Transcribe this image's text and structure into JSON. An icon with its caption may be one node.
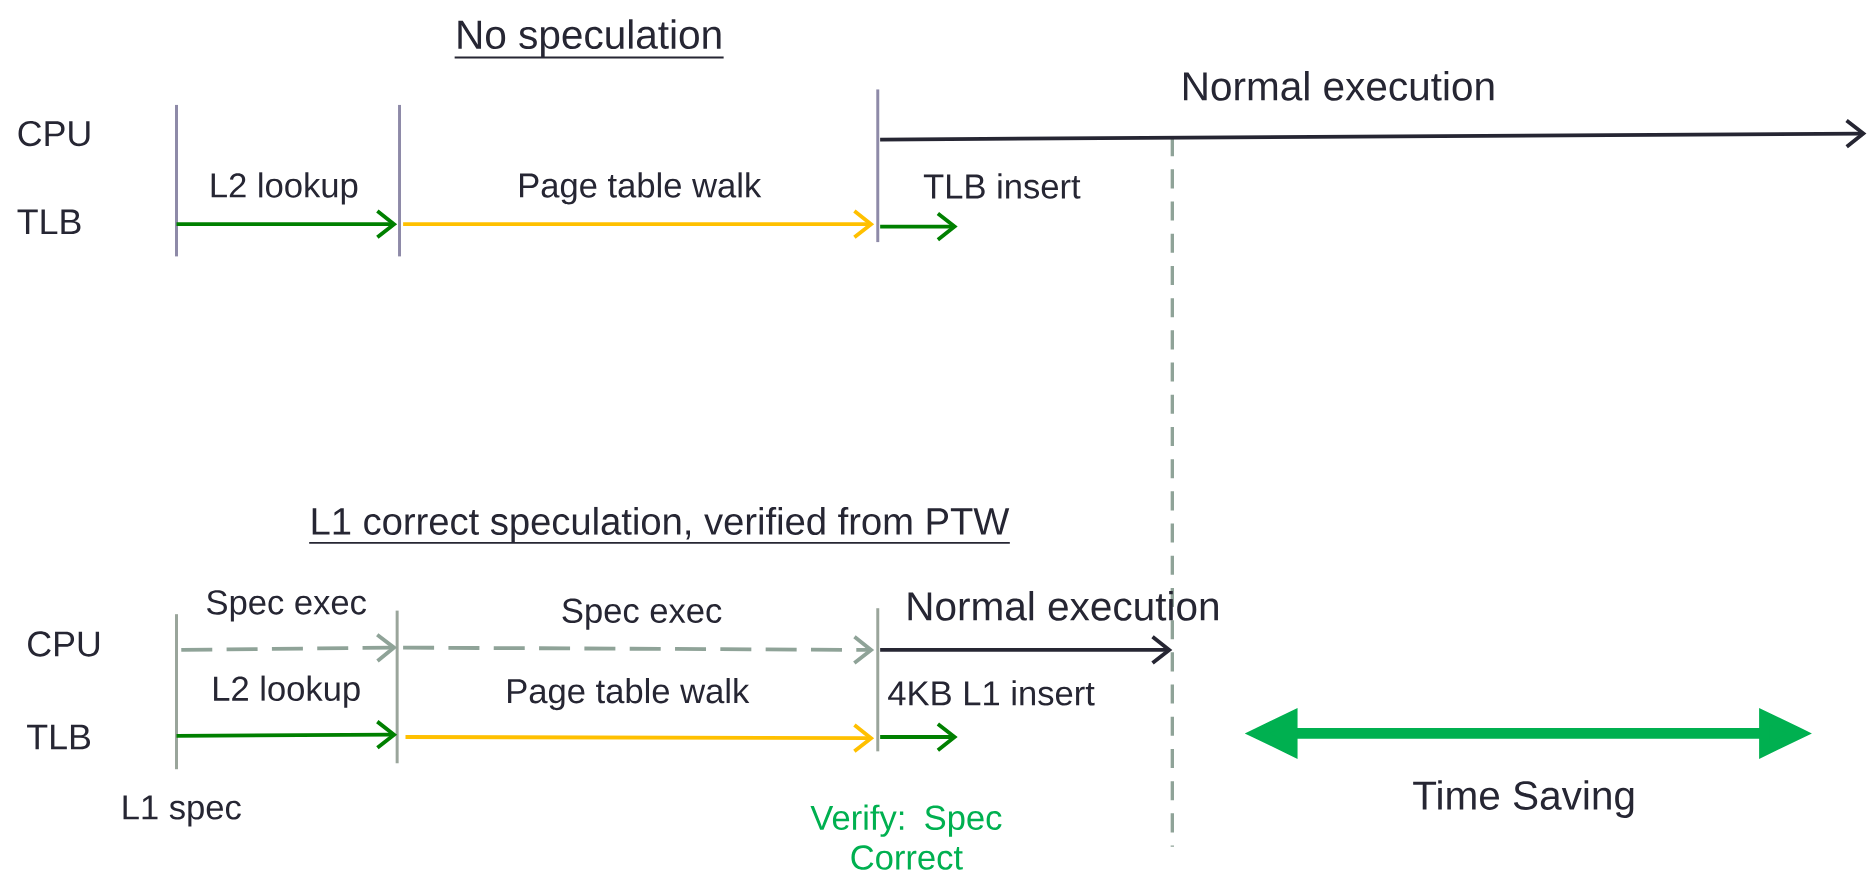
{
  "diagram": {
    "labels": [
      "No speculation",
      "Normal execution",
      "CPU",
      "L2 lookup",
      "Page table walk",
      "TLB insert",
      "TLB",
      "L1 correct speculation, verified from PTW",
      "Spec exec",
      "Spec exec",
      "Normal execution",
      "CPU",
      "L2 lookup",
      "Page table walk",
      "4KB L1 insert",
      "TLB",
      "L1 spec",
      "Verify: Spec Correct",
      "Time Saving"
    ]
  }
}
